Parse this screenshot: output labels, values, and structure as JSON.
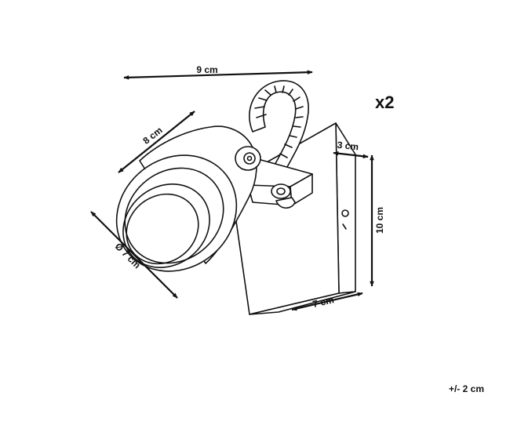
{
  "dimensions": {
    "width": "9 cm",
    "head_depth": "8 cm",
    "diameter": "Ø 7 cm",
    "plate_depth": "3 cm",
    "height": "10 cm",
    "plate_width": "7 cm"
  },
  "quantity": "x2",
  "tolerance": "+/- 2 cm"
}
